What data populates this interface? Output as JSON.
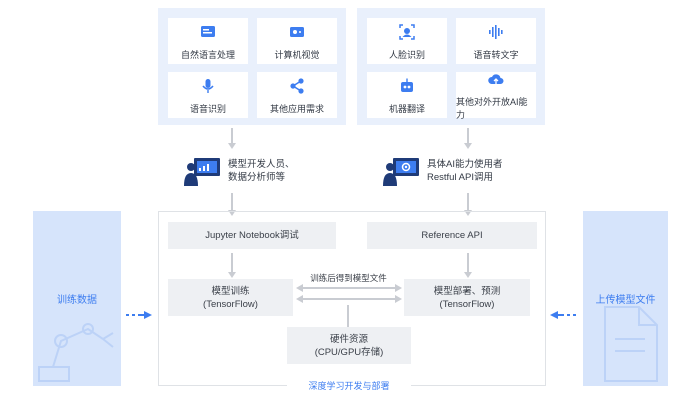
{
  "left_panel": {
    "cards": [
      {
        "label": "自然语言处理",
        "icon": "nlp-icon"
      },
      {
        "label": "计算机视觉",
        "icon": "computer-vision-icon"
      },
      {
        "label": "语音识别",
        "icon": "microphone-icon"
      },
      {
        "label": "其他应用需求",
        "icon": "share-nodes-icon"
      }
    ]
  },
  "right_panel": {
    "cards": [
      {
        "label": "人脸识别",
        "icon": "face-scan-icon"
      },
      {
        "label": "语音转文字",
        "icon": "voice-wave-icon"
      },
      {
        "label": "机器翻译",
        "icon": "robot-icon"
      },
      {
        "label": "其他对外开放AI能力",
        "icon": "cloud-upload-icon"
      }
    ]
  },
  "roles": {
    "developer": {
      "line1": "模型开发人员、",
      "line2": "数据分析师等"
    },
    "user": {
      "line1": "具体AI能力使用者",
      "line2": "Restful API调用"
    }
  },
  "platform": {
    "jupyter": "Jupyter Notebook调试",
    "reference_api": "Reference API",
    "training": {
      "line1": "模型训练",
      "line2": "(TensorFlow)"
    },
    "deploy": {
      "line1": "模型部署、预测",
      "line2": "(TensorFlow)"
    },
    "hardware": {
      "line1": "硬件资源",
      "line2": "(CPU/GPU存储)"
    },
    "link_label": "训练后得到模型文件",
    "caption": "深度学习开发与部署"
  },
  "side": {
    "left": "训练数据",
    "right": "上传模型文件"
  },
  "colors": {
    "panel": "#e9f0fc",
    "side": "#d6e4fb",
    "accent": "#3d7df0",
    "box": "#eef0f3",
    "connector": "#c9ccd2"
  }
}
